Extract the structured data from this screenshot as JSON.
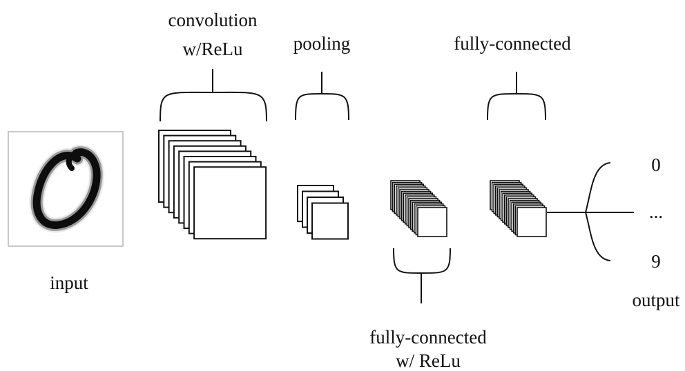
{
  "labels": {
    "conv_line1": "convolution",
    "conv_line2": "w/ReLu",
    "pooling": "pooling",
    "fc_top": "fully-connected",
    "input": "input",
    "fc_bottom_line1": "fully-connected",
    "fc_bottom_line2": "w/ ReLu",
    "out_zero": "0",
    "out_dots": "...",
    "out_nine": "9",
    "output": "output"
  }
}
